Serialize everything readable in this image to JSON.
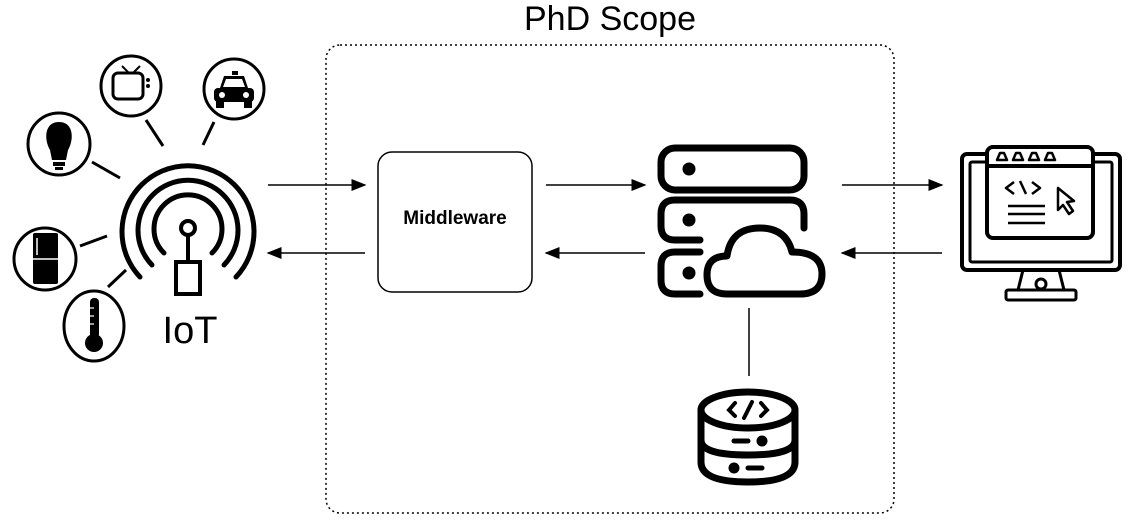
{
  "diagram": {
    "scope_title": "PhD Scope",
    "iot": {
      "label": "IoT",
      "devices": [
        "tv-icon",
        "car-icon",
        "lightbulb-icon",
        "fridge-icon",
        "thermometer-icon"
      ]
    },
    "middleware": {
      "label": "Middleware"
    },
    "cloud_server": {
      "icon": "cloud-server-icon"
    },
    "database": {
      "icon": "code-database-icon"
    },
    "client": {
      "icon": "web-app-monitor-icon"
    },
    "connections": [
      {
        "from": "iot",
        "to": "middleware",
        "direction": "forward"
      },
      {
        "from": "middleware",
        "to": "iot",
        "direction": "backward"
      },
      {
        "from": "middleware",
        "to": "cloud_server",
        "direction": "forward"
      },
      {
        "from": "cloud_server",
        "to": "middleware",
        "direction": "backward"
      },
      {
        "from": "cloud_server",
        "to": "client",
        "direction": "forward"
      },
      {
        "from": "client",
        "to": "cloud_server",
        "direction": "backward"
      },
      {
        "from": "cloud_server",
        "to": "database",
        "direction": "line"
      }
    ]
  }
}
